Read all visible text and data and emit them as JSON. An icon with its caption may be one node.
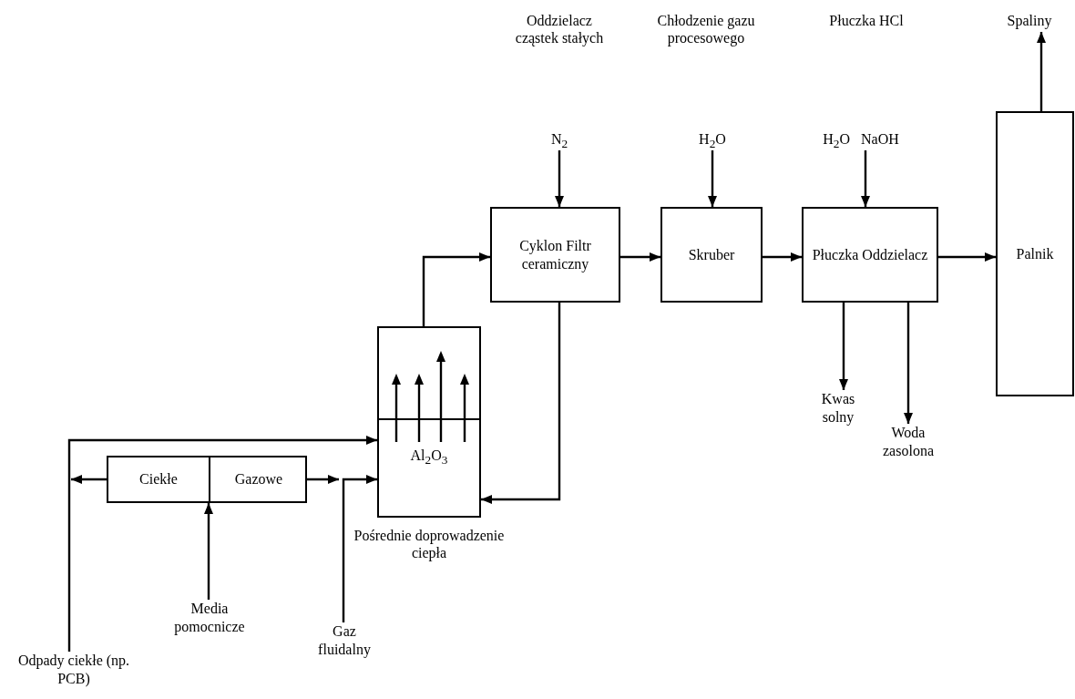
{
  "diagram": {
    "nodes": [
      {
        "text": [
          "Ciekłe",
          "Gazowe"
        ]
      },
      {
        "text": [
          "Al$_{2}$O$_{3}$"
        ],
        "beside": [
          "Pośrednie doprowadzenie ciepła"
        ]
      },
      {
        "text": [
          "Cyklon Filtr ceramiczny"
        ]
      },
      {
        "text": [
          "Skruber"
        ]
      },
      {
        "text": [
          "Płuczka Oddzielacz"
        ]
      },
      {
        "text": [
          "Palnik"
        ]
      },
      {
        "text": [
          "N$_{2}$"
        ]
      },
      {
        "text": [
          "H$_{2}$O"
        ]
      },
      {
        "text": [
          "H$_{2}$O",
          "NaOH"
        ]
      },
      {
        "text": [
          "Spaliny"
        ]
      },
      {
        "text": [
          "Kwas solny"
        ]
      },
      {
        "text": [
          "Woda zasolona"
        ]
      },
      {
        "text": [
          "Media pomocnicze"
        ]
      },
      {
        "text": [
          "Gaz fluidalny"
        ]
      },
      {
        "text": [
          "Odpady ciekłe (np. PCB)"
        ]
      }
    ],
    "edges": [
      {
        "from": 6,
        "to": 2,
        "arrow": "to"
      },
      {
        "from": 7,
        "to": 3,
        "arrow": "to"
      },
      {
        "from": 8,
        "to": 4,
        "arrow": "to"
      },
      {
        "from": 2,
        "to": 3,
        "arrow": "to"
      },
      {
        "from": 3,
        "to": 4,
        "arrow": "to"
      },
      {
        "from": 4,
        "to": 5,
        "arrow": "to"
      },
      {
        "from": 5,
        "to": 9,
        "arrow": "to"
      },
      {
        "from": 4,
        "to": 10,
        "arrow": "to"
      },
      {
        "from": 4,
        "to": 11,
        "arrow": "to"
      },
      {
        "from": 1,
        "to": 2,
        "arrow": "to"
      },
      {
        "from": 2,
        "to": 1,
        "arrow": "to"
      },
      {
        "from": 12,
        "to": 0,
        "arrow": "to"
      },
      {
        "from": 0,
        "to": null,
        "arrow": "to"
      },
      {
        "from": 0,
        "to": null,
        "arrow": "to"
      },
      {
        "from": 13,
        "to": 1,
        "arrow": "to"
      },
      {
        "from": 14,
        "to": 1,
        "arrow": "to"
      }
    ],
    "labels": [
      "Oddzielacz cząstek stałych",
      "Chłodzenie gazu procesowego",
      "Płuczka HCl"
    ]
  }
}
